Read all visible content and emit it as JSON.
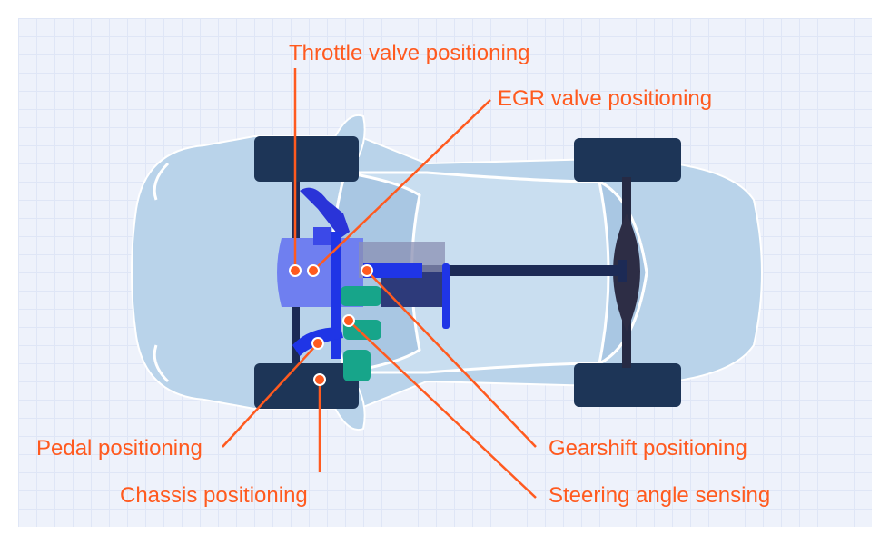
{
  "diagram": {
    "labels": {
      "throttle": "Throttle valve positioning",
      "egr": "EGR valve positioning",
      "pedal": "Pedal positioning",
      "chassis": "Chassis positioning",
      "gearshift": "Gearshift positioning",
      "steering": "Steering angle sensing"
    },
    "colors": {
      "callout": "#ff5a1f",
      "body": "#b9d3ea",
      "wheel": "#1d3557",
      "component_blue": "#1f35e6",
      "component_teal": "#17a58a",
      "driveline": "#1c2a55",
      "grid": "#eef2fb"
    }
  }
}
